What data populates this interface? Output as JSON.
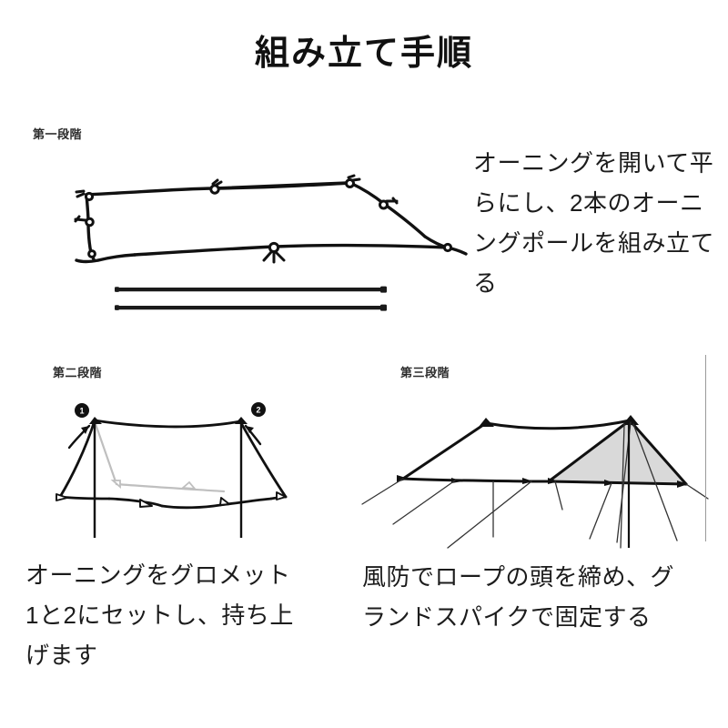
{
  "page": {
    "title": "組み立て手順",
    "background_color": "#ffffff",
    "ink_color": "#1a1a1a",
    "shade_color": "#d9d9d9",
    "rule_color": "#9a9a9a"
  },
  "steps": [
    {
      "id": "step1",
      "label": "第一段階",
      "caption": "オーニングを開いて平らにし、2本のオーニングポールを組み立てる",
      "figure": {
        "name": "flat-tarp-with-two-poles",
        "description": "上から見た平らなオーニング本体（ハトメ付き）と2本のポール",
        "pole_count": 2
      }
    },
    {
      "id": "step2",
      "label": "第二段階",
      "caption": "オーニングをグロメット1と2にセットし、持ち上げます",
      "figure": {
        "name": "a-frame-tarp-with-grommet-markers",
        "description": "2本のポールで立ち上げたAフレーム形のオーニング",
        "markers": [
          "1",
          "2"
        ],
        "marker_color": "#111111",
        "marker_text_color": "#ffffff"
      }
    },
    {
      "id": "step3",
      "label": "第三段階",
      "caption": "風防でロープの頭を締め、グランドスパイクで固定する",
      "figure": {
        "name": "pitched-tarp-with-guylines",
        "description": "ロープとグランドスパイクで固定した完成状態のオーニング",
        "shaded_panel": true
      }
    }
  ]
}
